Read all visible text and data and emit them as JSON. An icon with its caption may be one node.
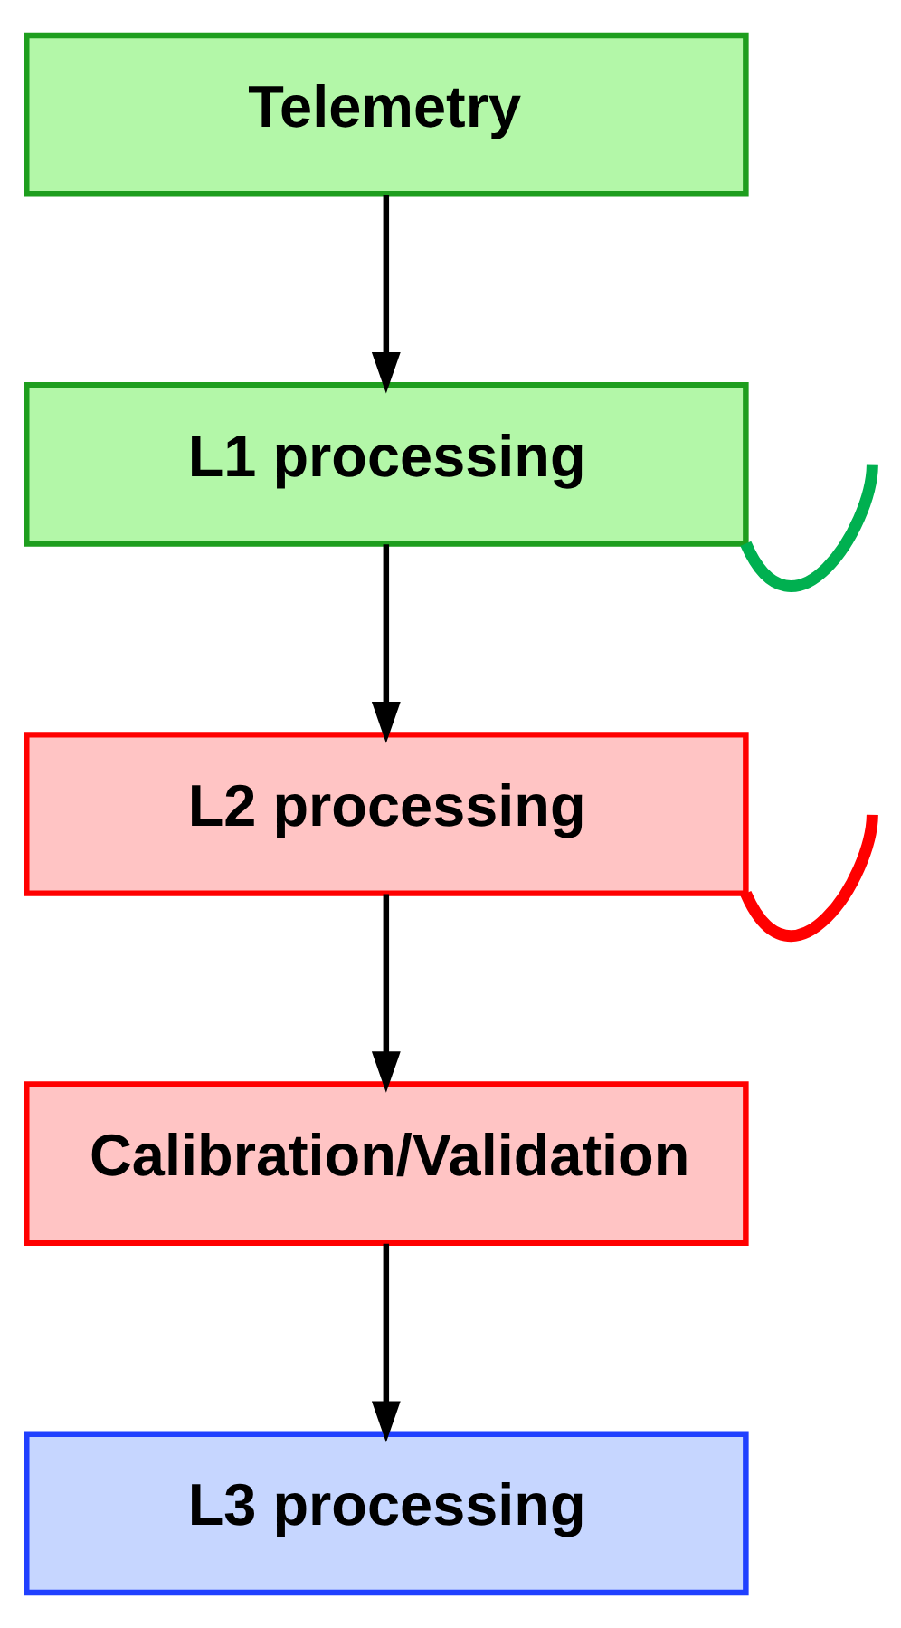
{
  "diagram": {
    "nodes": [
      {
        "text": [
          "Telemetry"
        ]
      },
      {
        "text": [
          "L1 processing"
        ]
      },
      {
        "text": [
          "L2 processing"
        ]
      },
      {
        "text": [
          "Calibration/Validation"
        ]
      },
      {
        "text": [
          "L3 processing"
        ]
      }
    ],
    "edges": [
      {
        "from": 0,
        "to": 1,
        "arrow": "to"
      },
      {
        "from": 1,
        "to": 2,
        "arrow": "to"
      },
      {
        "from": 1,
        "to": null,
        "arrow": "none",
        "style": "thick",
        "color": "#00b050"
      },
      {
        "from": 2,
        "to": 3,
        "arrow": "to"
      },
      {
        "from": 2,
        "to": null,
        "arrow": "none",
        "style": "thick",
        "color": "#ff0000"
      },
      {
        "from": 3,
        "to": 4,
        "arrow": "to"
      }
    ]
  }
}
